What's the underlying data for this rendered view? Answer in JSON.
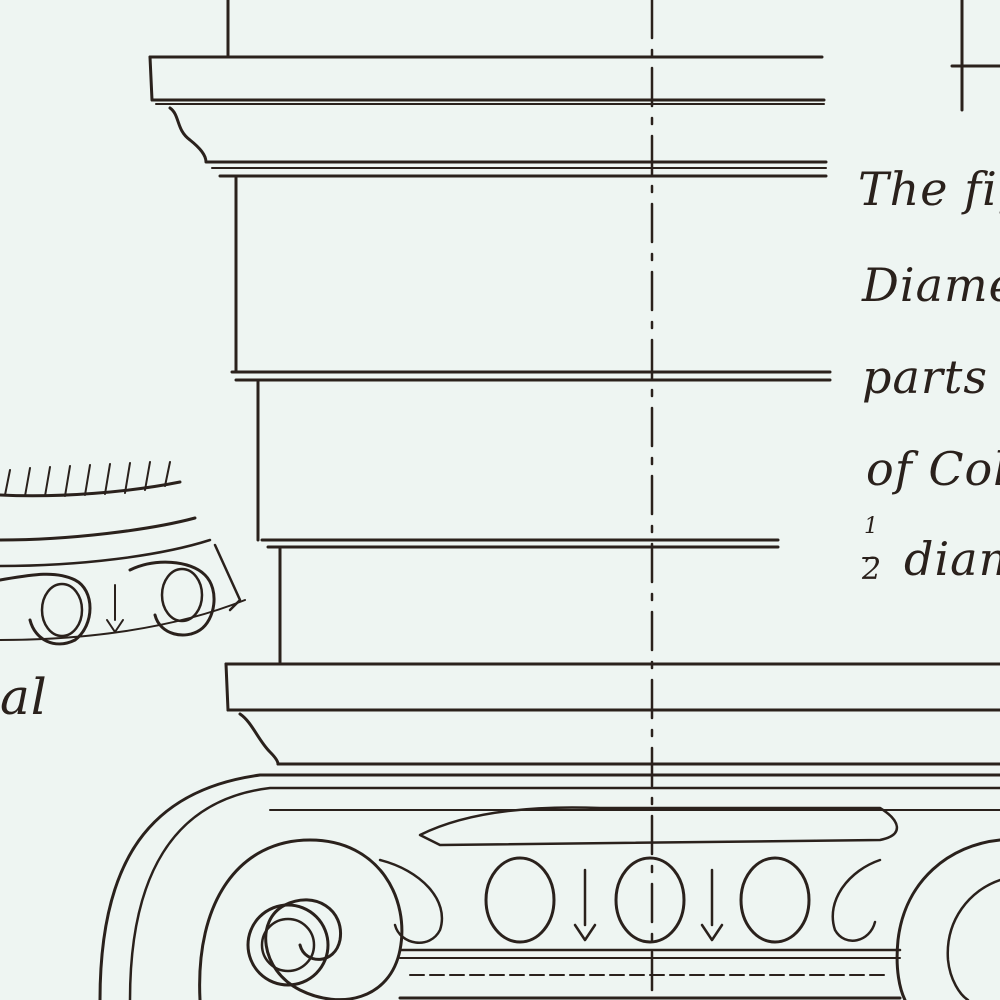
{
  "annotation": {
    "line1": "The fig",
    "line2": "Diamet",
    "line3": "parts /",
    "line4": "of Colu",
    "line5_num": "1",
    "line5_den": "2",
    "line5_text": "diam"
  },
  "side_label": "al",
  "colors": {
    "paper": "#eef5f2",
    "ink": "#2a211c"
  }
}
